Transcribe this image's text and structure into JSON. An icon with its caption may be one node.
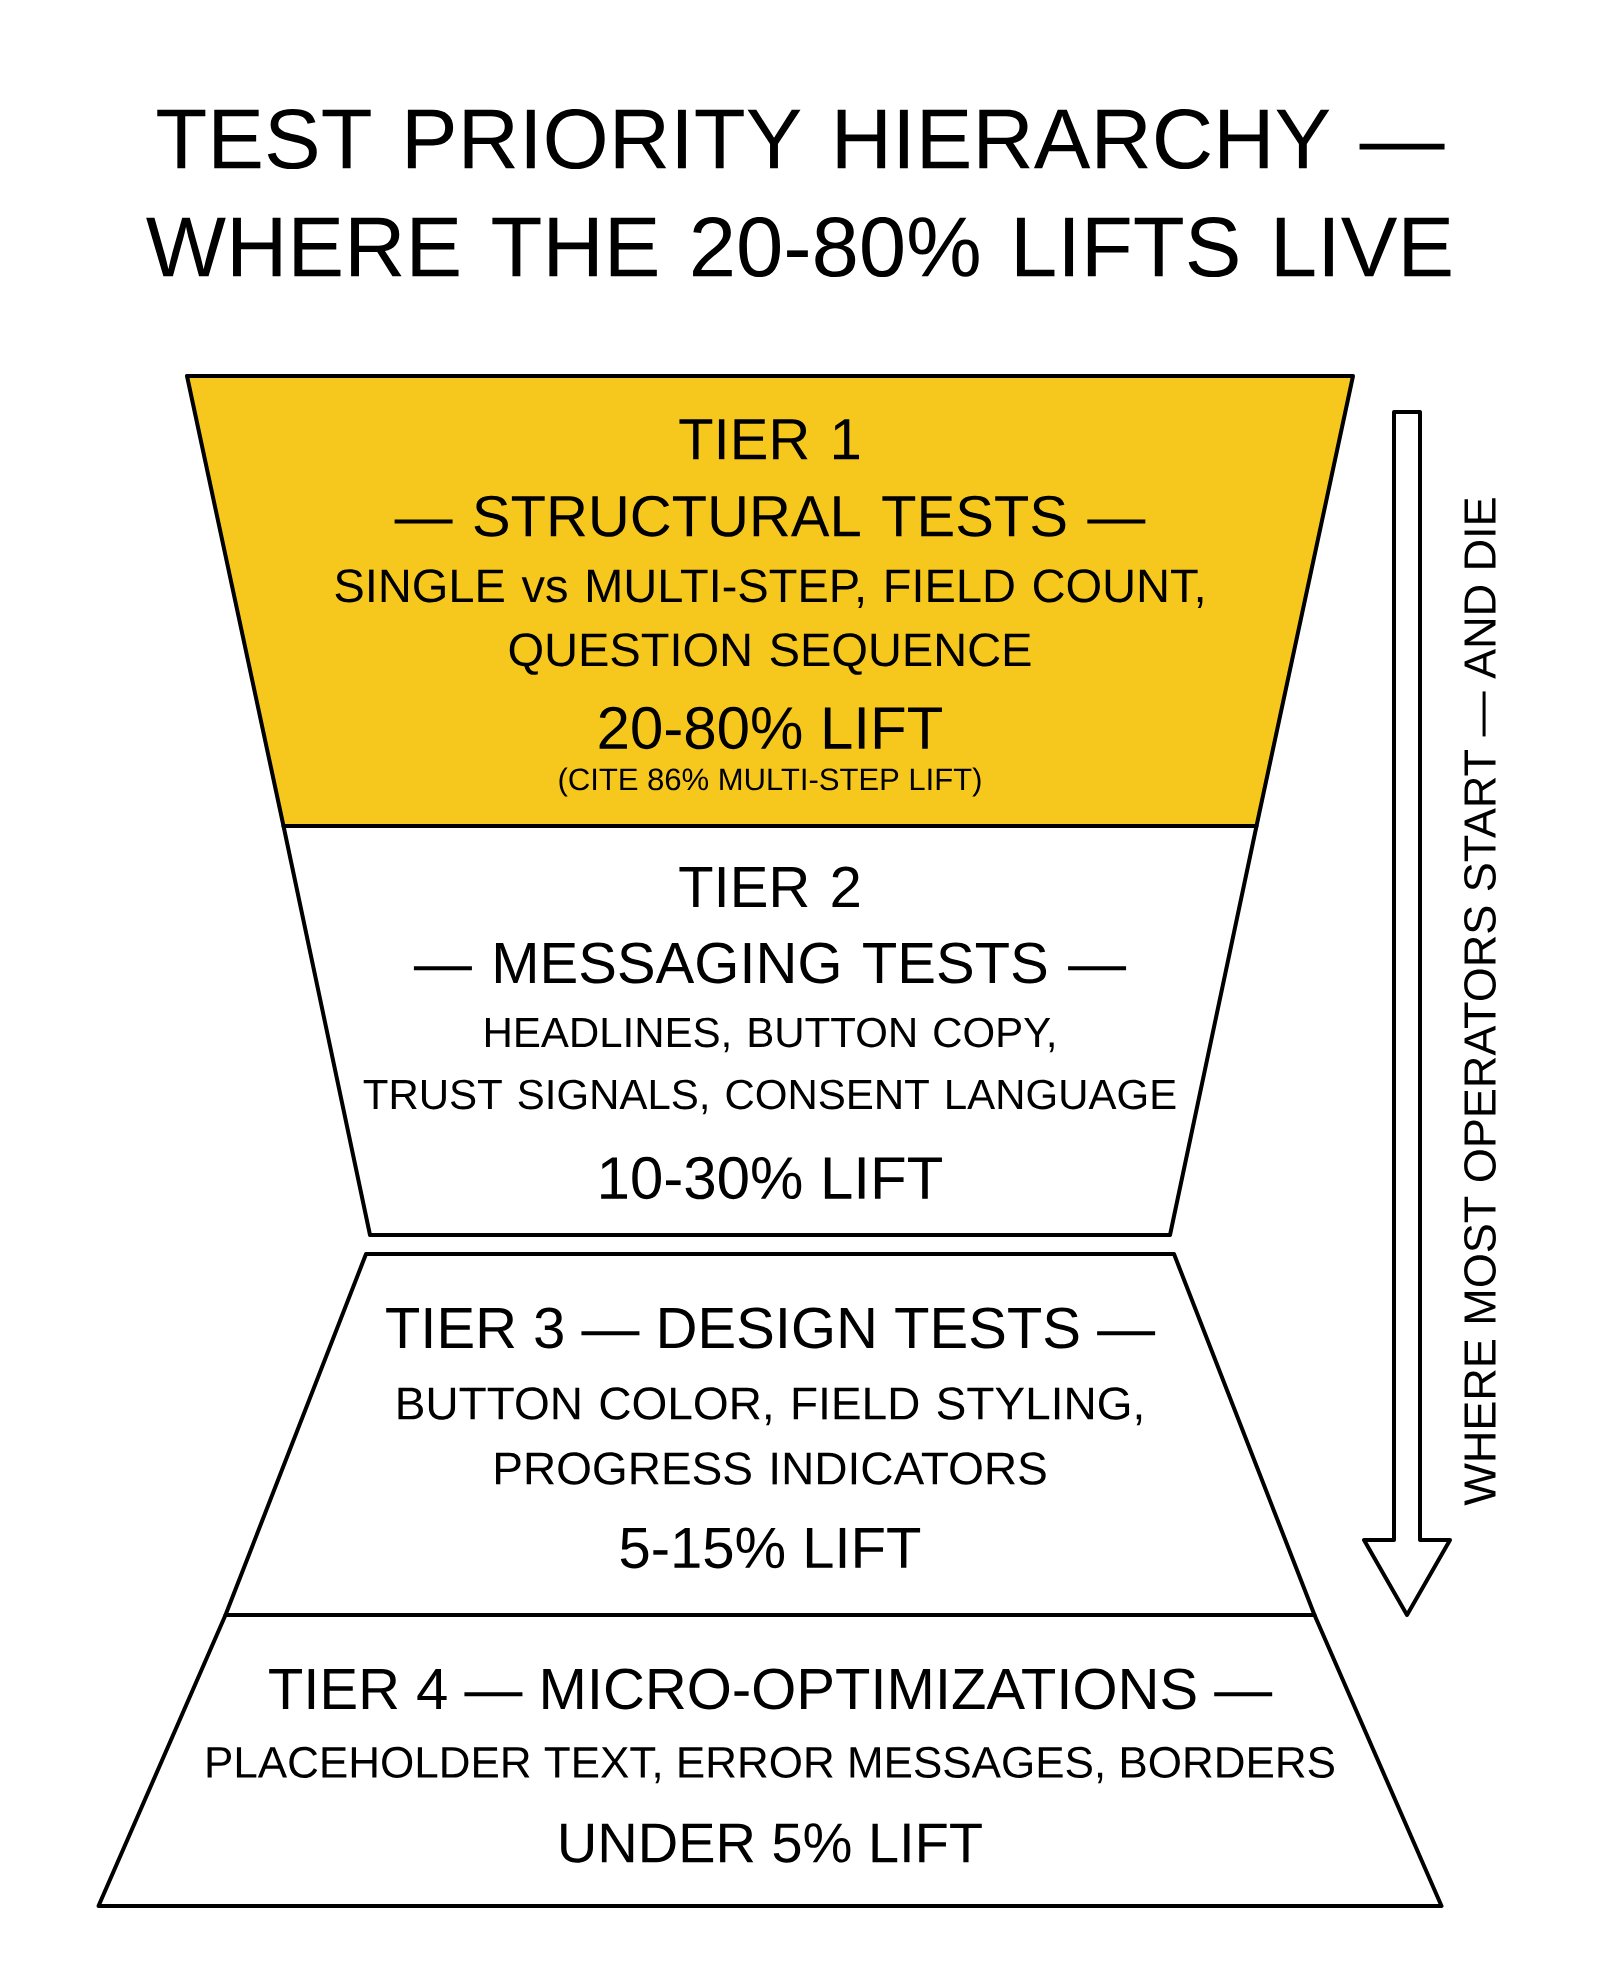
{
  "diagram": {
    "title": "TEST PRIORITY HIERARCHY — WHERE THE 20-80% LIFTS LIVE",
    "nodes": [
      {
        "text": [
          "TIER 1 — STRUCTURAL TESTS —",
          "SINGLE vs MULTI-STEP, FIELD COUNT, QUESTION SEQUENCE",
          "20-80% LIFT",
          "(CITE 86% MULTI-STEP LIFT)"
        ]
      },
      {
        "text": [
          "TIER 2 — MESSAGING TESTS —",
          "HEADLINES, BUTTON COPY, TRUST SIGNALS, CONSENT LANGUAGE",
          "10-30% LIFT"
        ]
      },
      {
        "text": [
          "TIER 3 — DESIGN TESTS —",
          "BUTTON COLOR, FIELD STYLING, PROGRESS INDICATORS",
          "5-15% LIFT"
        ]
      },
      {
        "text": [
          "TIER 4 — MICRO-OPTIMIZATIONS —",
          "PLACEHOLDER TEXT, ERROR MESSAGES, BORDERS",
          "UNDER 5% LIFT"
        ]
      }
    ],
    "labels": [
      "WHERE MOST OPERATORS START — AND DIE"
    ]
  }
}
